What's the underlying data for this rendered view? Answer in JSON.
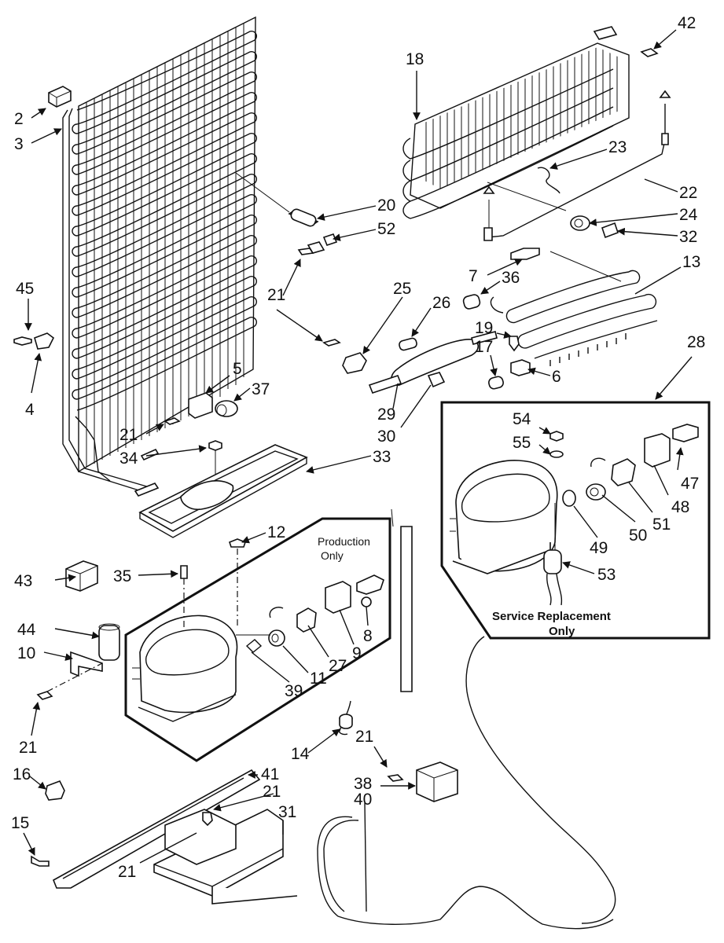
{
  "notes": {
    "production_line1": "Production",
    "production_line2": "Only",
    "service_line1": "Service Replacement",
    "service_line2": "Only"
  },
  "callouts": [
    {
      "id": "2",
      "text": "2"
    },
    {
      "id": "3",
      "text": "3"
    },
    {
      "id": "45",
      "text": "45"
    },
    {
      "id": "4",
      "text": "4"
    },
    {
      "id": "20",
      "text": "20"
    },
    {
      "id": "52",
      "text": "52"
    },
    {
      "id": "21a",
      "text": "21"
    },
    {
      "id": "25",
      "text": "25"
    },
    {
      "id": "5",
      "text": "5"
    },
    {
      "id": "37",
      "text": "37"
    },
    {
      "id": "21b",
      "text": "21"
    },
    {
      "id": "34",
      "text": "34"
    },
    {
      "id": "33",
      "text": "33"
    },
    {
      "id": "18",
      "text": "18"
    },
    {
      "id": "42",
      "text": "42"
    },
    {
      "id": "23",
      "text": "23"
    },
    {
      "id": "22",
      "text": "22"
    },
    {
      "id": "24",
      "text": "24"
    },
    {
      "id": "32",
      "text": "32"
    },
    {
      "id": "7",
      "text": "7"
    },
    {
      "id": "36",
      "text": "36"
    },
    {
      "id": "13",
      "text": "13"
    },
    {
      "id": "26",
      "text": "26"
    },
    {
      "id": "19",
      "text": "19"
    },
    {
      "id": "17",
      "text": "17"
    },
    {
      "id": "6",
      "text": "6"
    },
    {
      "id": "28",
      "text": "28"
    },
    {
      "id": "29",
      "text": "29"
    },
    {
      "id": "30",
      "text": "30"
    },
    {
      "id": "54",
      "text": "54"
    },
    {
      "id": "55",
      "text": "55"
    },
    {
      "id": "47",
      "text": "47"
    },
    {
      "id": "48",
      "text": "48"
    },
    {
      "id": "51",
      "text": "51"
    },
    {
      "id": "50",
      "text": "50"
    },
    {
      "id": "49",
      "text": "49"
    },
    {
      "id": "53",
      "text": "53"
    },
    {
      "id": "12",
      "text": "12"
    },
    {
      "id": "43",
      "text": "43"
    },
    {
      "id": "35",
      "text": "35"
    },
    {
      "id": "8",
      "text": "8"
    },
    {
      "id": "9",
      "text": "9"
    },
    {
      "id": "27",
      "text": "27"
    },
    {
      "id": "11",
      "text": "11"
    },
    {
      "id": "39",
      "text": "39"
    },
    {
      "id": "44",
      "text": "44"
    },
    {
      "id": "10",
      "text": "10"
    },
    {
      "id": "21c",
      "text": "21"
    },
    {
      "id": "14",
      "text": "14"
    },
    {
      "id": "21d",
      "text": "21"
    },
    {
      "id": "16",
      "text": "16"
    },
    {
      "id": "41",
      "text": "41"
    },
    {
      "id": "21e",
      "text": "21"
    },
    {
      "id": "31",
      "text": "31"
    },
    {
      "id": "38",
      "text": "38"
    },
    {
      "id": "40",
      "text": "40"
    },
    {
      "id": "15",
      "text": "15"
    },
    {
      "id": "21f",
      "text": "21"
    }
  ]
}
